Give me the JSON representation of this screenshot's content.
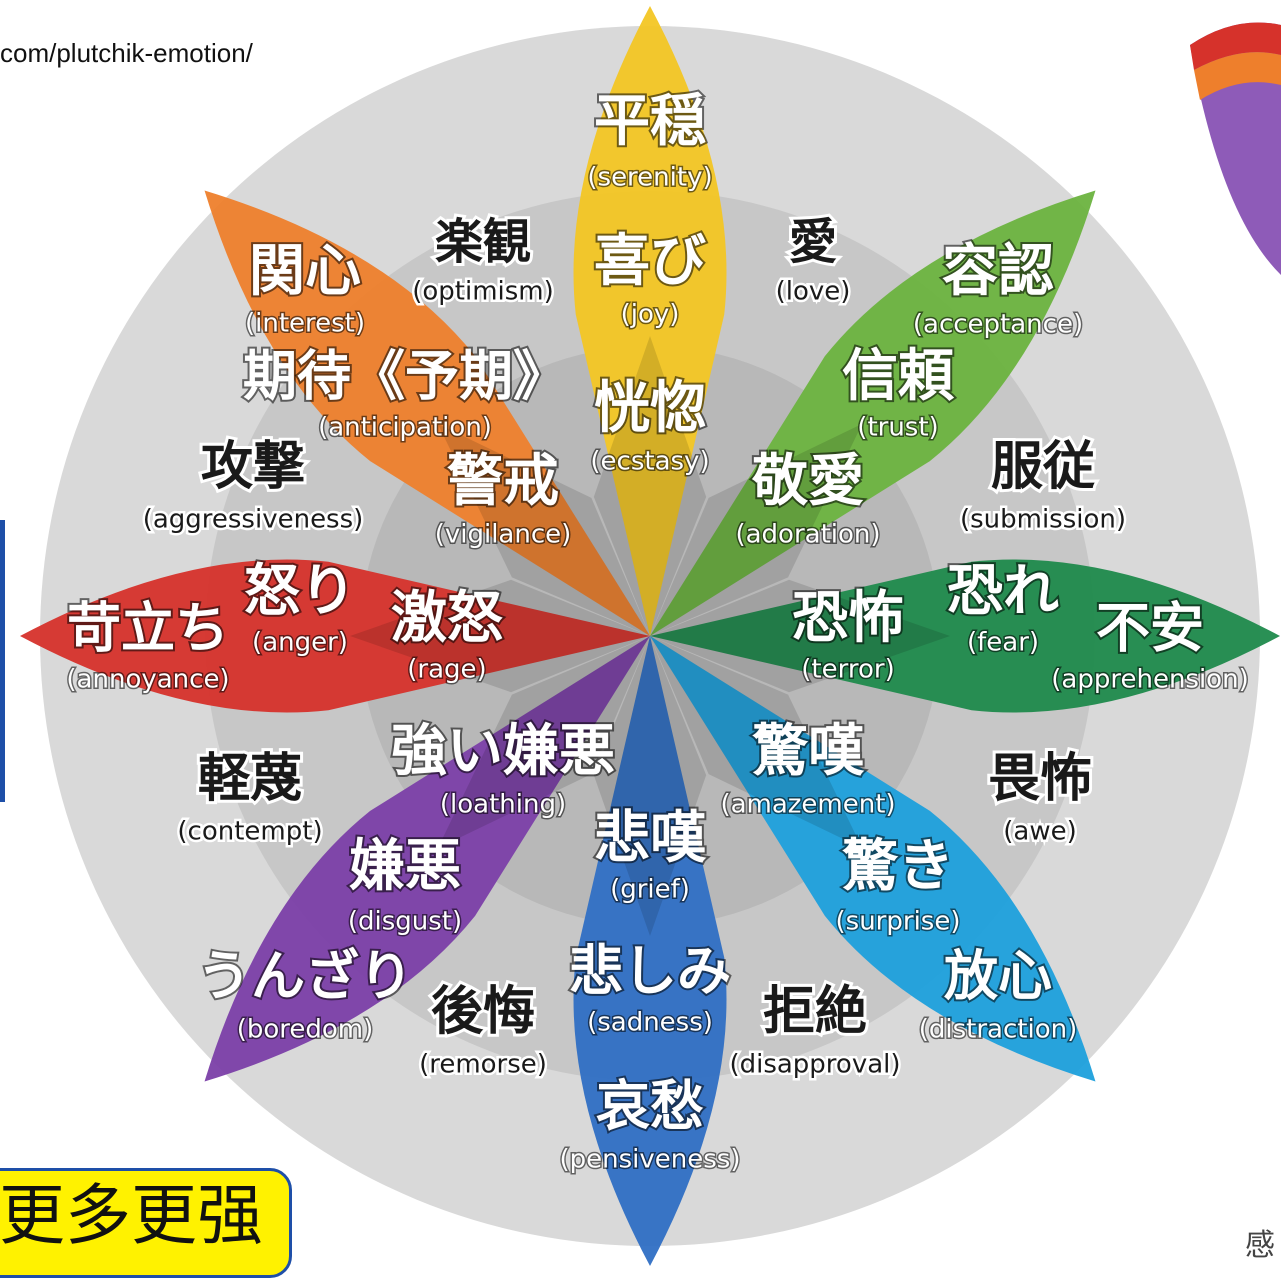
{
  "url_text": "com/plutchik-emotion/",
  "bottom_box_text": "更多更强",
  "corner_glyph": "感",
  "colors": {
    "joy": "#f3c624",
    "trust": "#6cb33f",
    "fear": "#1f8a4c",
    "surprise": "#1ea0dc",
    "sadness": "#2f6fc4",
    "disgust": "#7b3fa8",
    "anger": "#d6322b",
    "anticipation": "#ee7f2c",
    "ring_outer": "#d9d9d9",
    "ring_mid": "#c7c7c7",
    "ring_inner": "#b8b8b8"
  },
  "labels": [
    {
      "id": "serenity",
      "jp": "平穏",
      "en": "(serenity)",
      "dark": false
    },
    {
      "id": "joy",
      "jp": "喜び",
      "en": "(joy)",
      "dark": false
    },
    {
      "id": "ecstasy",
      "jp": "恍惚",
      "en": "(ecstasy)",
      "dark": false
    },
    {
      "id": "optimism",
      "jp": "楽観",
      "en": "(optimism)",
      "dark": true
    },
    {
      "id": "love",
      "jp": "愛",
      "en": "(love)",
      "dark": true
    },
    {
      "id": "acceptance",
      "jp": "容認",
      "en": "(acceptance)",
      "dark": false
    },
    {
      "id": "trust",
      "jp": "信頼",
      "en": "(trust)",
      "dark": false
    },
    {
      "id": "admiration",
      "jp": "敬愛",
      "en": "(adoration)",
      "dark": false
    },
    {
      "id": "submission",
      "jp": "服従",
      "en": "(submission)",
      "dark": true
    },
    {
      "id": "interest",
      "jp": "関心",
      "en": "(interest)",
      "dark": false
    },
    {
      "id": "anticipation",
      "jp": "期待《予期》",
      "en": "(anticipation)",
      "dark": false
    },
    {
      "id": "vigilance",
      "jp": "警戒",
      "en": "(vigilance)",
      "dark": false
    },
    {
      "id": "aggressiveness",
      "jp": "攻撃",
      "en": "(aggressiveness)",
      "dark": true
    },
    {
      "id": "annoyance",
      "jp": "苛立ち",
      "en": "(annoyance)",
      "dark": false
    },
    {
      "id": "anger",
      "jp": "怒り",
      "en": "(anger)",
      "dark": false
    },
    {
      "id": "rage",
      "jp": "激怒",
      "en": "(rage)",
      "dark": false
    },
    {
      "id": "terror",
      "jp": "恐怖",
      "en": "(terror)",
      "dark": false
    },
    {
      "id": "fear",
      "jp": "恐れ",
      "en": "(fear)",
      "dark": false
    },
    {
      "id": "apprehension",
      "jp": "不安",
      "en": "(apprehension)",
      "dark": false
    },
    {
      "id": "loathing",
      "jp": "強い嫌悪",
      "en": "(loathing)",
      "dark": false
    },
    {
      "id": "amazement",
      "jp": "驚嘆",
      "en": "(amazement)",
      "dark": false
    },
    {
      "id": "contempt",
      "jp": "軽蔑",
      "en": "(contempt)",
      "dark": true
    },
    {
      "id": "awe",
      "jp": "畏怖",
      "en": "(awe)",
      "dark": true
    },
    {
      "id": "grief",
      "jp": "悲嘆",
      "en": "(grief)",
      "dark": false
    },
    {
      "id": "disgust",
      "jp": "嫌悪",
      "en": "(disgust)",
      "dark": false
    },
    {
      "id": "surprise",
      "jp": "驚き",
      "en": "(surprise)",
      "dark": false
    },
    {
      "id": "boredom",
      "jp": "うんざり",
      "en": "(boredom)",
      "dark": false
    },
    {
      "id": "remorse",
      "jp": "後悔",
      "en": "(remorse)",
      "dark": true
    },
    {
      "id": "sadness",
      "jp": "悲しみ",
      "en": "(sadness)",
      "dark": false
    },
    {
      "id": "disapproval",
      "jp": "拒絶",
      "en": "(disapproval)",
      "dark": true
    },
    {
      "id": "distraction",
      "jp": "放心",
      "en": "(distraction)",
      "dark": false
    },
    {
      "id": "pensiveness",
      "jp": "哀愁",
      "en": "(pensiveness)",
      "dark": false
    }
  ]
}
